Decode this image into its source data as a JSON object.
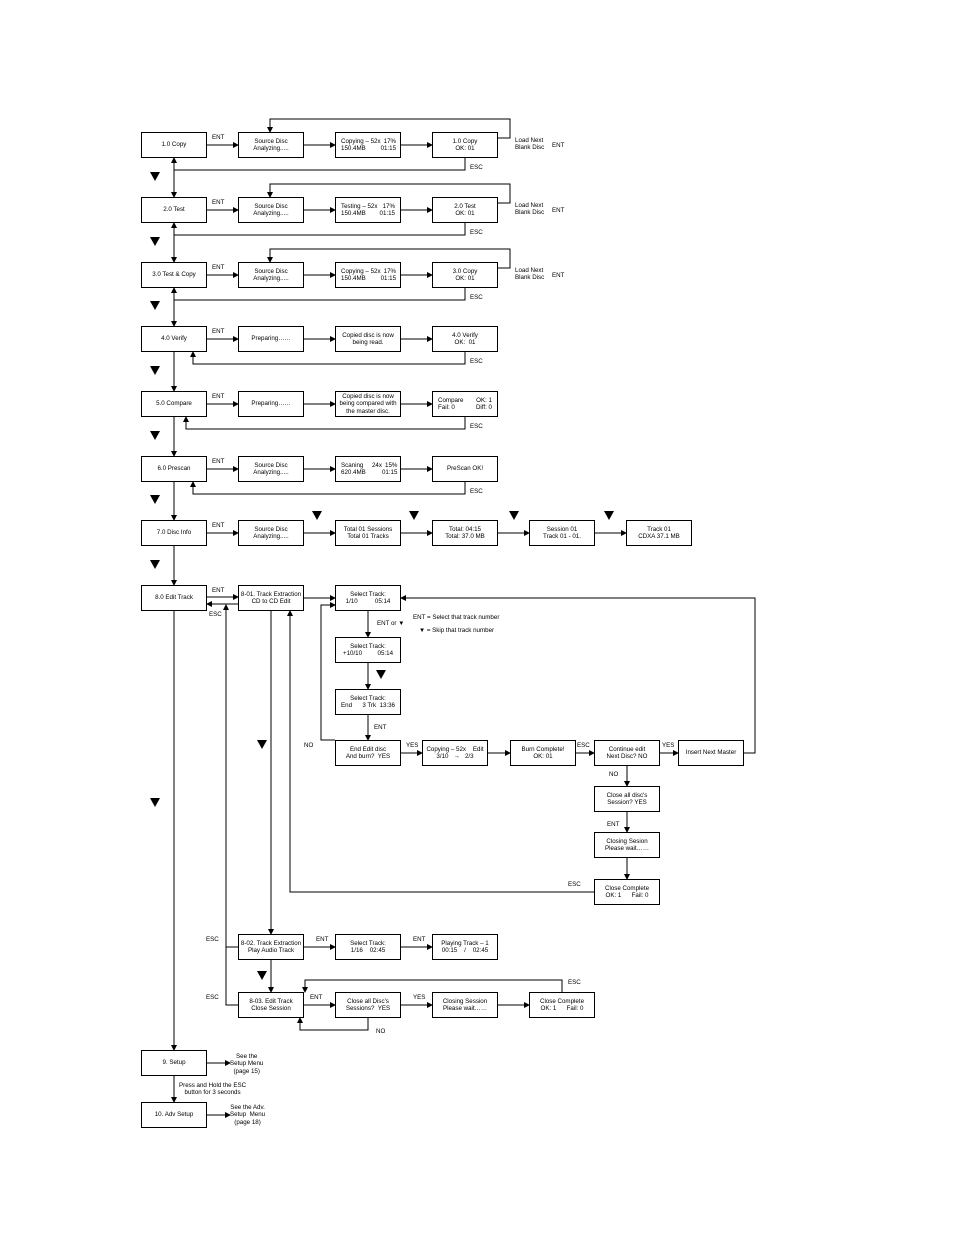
{
  "boxes": {
    "copy_main": {
      "lines": [
        "1.0 Copy"
      ]
    },
    "copy_src": {
      "lines": [
        "Source Disc",
        "Analyzing....."
      ]
    },
    "copy_prog": {
      "left": [
        "Copying – 52x",
        "150.4MB"
      ],
      "right": [
        "17%",
        "01:15"
      ]
    },
    "copy_ok": {
      "lines": [
        "1.0 Copy",
        "OK: 01"
      ]
    },
    "test_main": {
      "lines": [
        "2.0 Test"
      ]
    },
    "test_src": {
      "lines": [
        "Source Disc",
        "Analyzing....."
      ]
    },
    "test_prog": {
      "left": [
        "Testing – 52x",
        "150.4MB"
      ],
      "right": [
        "17%",
        "01:15"
      ]
    },
    "test_ok": {
      "lines": [
        "2.0 Test",
        "OK: 01"
      ]
    },
    "tc_main": {
      "lines": [
        "3.0 Test & Copy"
      ]
    },
    "tc_src": {
      "lines": [
        "Source Disc",
        "Analyzing....."
      ]
    },
    "tc_prog": {
      "left": [
        "Copying – 52x",
        "150.4MB"
      ],
      "right": [
        "17%",
        "01:15"
      ]
    },
    "tc_ok": {
      "lines": [
        "3.0 Copy",
        "OK: 01"
      ]
    },
    "ver_main": {
      "lines": [
        "4.0 Verify"
      ]
    },
    "ver_prep": {
      "lines": [
        "Preparing……"
      ]
    },
    "ver_read": {
      "lines": [
        "Copied disc is now",
        "being read."
      ]
    },
    "ver_ok": {
      "lines": [
        "4.0 Verify",
        "OK:  01"
      ]
    },
    "cmp_main": {
      "lines": [
        "5.0 Compare"
      ]
    },
    "cmp_prep": {
      "lines": [
        "Preparing……"
      ]
    },
    "cmp_read": {
      "lines": [
        "Copied disc is now",
        "being compared with",
        "the master disc."
      ]
    },
    "cmp_ok": {
      "left": [
        "Compare",
        "Fail: 0"
      ],
      "right": [
        "OK: 1",
        "Diff: 0"
      ]
    },
    "pre_main": {
      "lines": [
        "6.0 Prescan"
      ]
    },
    "pre_src": {
      "lines": [
        "Source Disc",
        "Analyzing....."
      ]
    },
    "pre_prog": {
      "left": [
        "Scaning     24x",
        "620.4MB"
      ],
      "right": [
        "15%",
        "01:15"
      ]
    },
    "pre_ok": {
      "lines": [
        "PreScan OK!"
      ]
    },
    "info_main": {
      "lines": [
        "7.0 Disc Info"
      ]
    },
    "info_src": {
      "lines": [
        "Source Disc",
        "Analyzing....."
      ]
    },
    "info_sess": {
      "lines": [
        "Total 01 Sessions",
        "Total 01 Tracks"
      ]
    },
    "info_total": {
      "lines": [
        "Total: 04:15",
        "Total: 37.0 MB"
      ]
    },
    "info_session": {
      "lines": [
        "Session 01",
        "Track 01 - 01."
      ]
    },
    "info_track": {
      "lines": [
        "Track 01",
        "CDXA 37.1 MB"
      ]
    },
    "edit_main": {
      "lines": [
        "8.0 Edit Track"
      ]
    },
    "edit_801": {
      "lines": [
        "8-01. Track Extraction",
        "CD to CD Edit"
      ]
    },
    "sel1": {
      "left": [
        "Select Track:",
        "1/10"
      ],
      "right": [
        "",
        "05:14"
      ],
      "single": [
        "Select Track:",
        "1/10          05:14"
      ]
    },
    "sel2": {
      "lines": [
        "Select Track:",
        "+10/10         05:14"
      ]
    },
    "sel3": {
      "lines": [
        "Select Track:",
        "End      3 Trk  13:36"
      ]
    },
    "endedit": {
      "lines": [
        "End Edit disc",
        "And burn?  YES"
      ]
    },
    "burncopy": {
      "lines": [
        "Copying – 52x    Edit",
        "3/10   →   2/3"
      ]
    },
    "burnok": {
      "lines": [
        "Burn Complete!",
        "OK: 01"
      ]
    },
    "contedit": {
      "lines": [
        "Continue edit",
        "Next Disc? NO"
      ]
    },
    "insert": {
      "lines": [
        "Insert Next Master"
      ]
    },
    "closeall": {
      "lines": [
        "Close all disc's",
        "Session? YES"
      ]
    },
    "closing": {
      "lines": [
        "Closing Sesion",
        "Please wait……"
      ]
    },
    "closecomp": {
      "lines": [
        "Close Complete",
        "OK: 1      Fail: 0"
      ]
    },
    "edit_802": {
      "lines": [
        "8-02. Track Extraction",
        "Play Audio Track"
      ]
    },
    "sel802": {
      "lines": [
        "Select Track:",
        "1/16    02:45"
      ]
    },
    "playing": {
      "lines": [
        "Playing Track – 1",
        "00:15    /    02:45"
      ]
    },
    "edit_803": {
      "lines": [
        "8-03. Edit Track",
        "Close Session"
      ]
    },
    "closeall3": {
      "lines": [
        "Close all Disc's",
        "Sessions?  YES"
      ]
    },
    "closing3": {
      "lines": [
        "Closing Session",
        "Please wait……"
      ]
    },
    "closecomp3": {
      "lines": [
        "Close Complete",
        "OK: 1      Fail: 0"
      ]
    },
    "setup": {
      "lines": [
        "9. Setup"
      ]
    },
    "adv": {
      "lines": [
        "10. Adv Setup"
      ]
    }
  },
  "labels": {
    "ent": "ENT",
    "esc": "ESC",
    "yes": "YES",
    "no": "NO",
    "load_next": [
      "Load Next",
      "Blank Disc"
    ],
    "ent_or": "ENT or ▼",
    "legend_ent": "ENT = Select that track number",
    "legend_skip": "▼ = Skip that track number",
    "see_setup": [
      "See the",
      "Setup Menu",
      "(page 15)"
    ],
    "press_hold": [
      "Press and Hold the ESC",
      "button for 3 seconds"
    ],
    "see_adv": [
      "See the Adv.",
      "Setup  Menu",
      "(page 18)"
    ]
  },
  "icons": {
    "next": "down-triangle-icon"
  },
  "colors": {
    "line": "#000000",
    "background": "#ffffff"
  }
}
